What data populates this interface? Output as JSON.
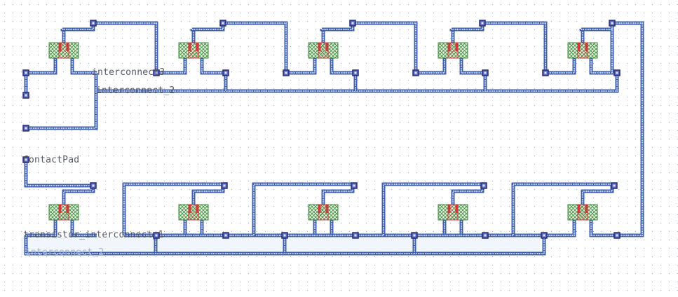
{
  "labels": {
    "interconnect3": "interconnect3",
    "interconnect_2_top": "interconnect_2",
    "contact_pad": "ContactPad",
    "transistor_interconnect_1": "transistor_interconnect_1",
    "interconnect_2_bottom": "interconnect_2"
  },
  "colors": {
    "wire": "#3f5fb0",
    "wire_fill": "#c9d6f2",
    "via": "#2a2a7a",
    "device_green": "#3c8a3c",
    "device_red": "#cc3a3a",
    "grid_dot": "#9aa0a8",
    "label": "#555b66"
  }
}
